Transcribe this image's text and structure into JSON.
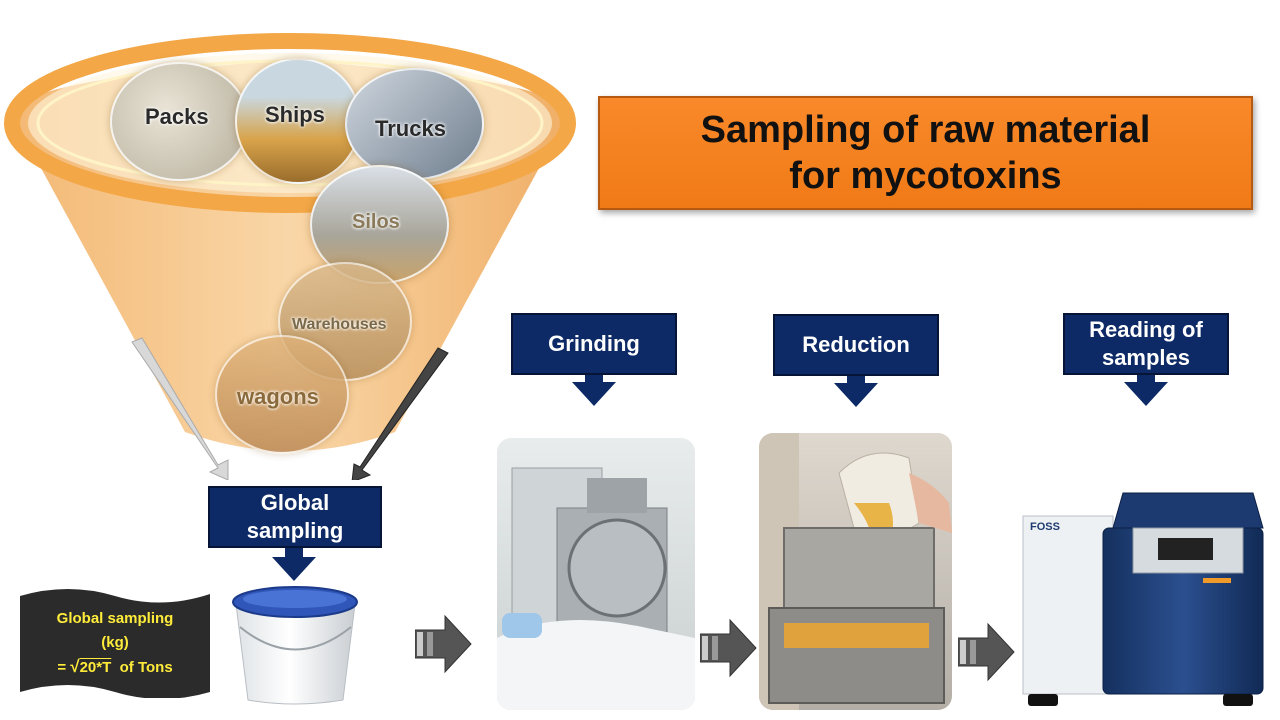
{
  "title": "Sampling of raw material\nfor mycotoxins",
  "funnel": {
    "sources": [
      "Packs",
      "Ships",
      "Trucks",
      "Silos",
      "Warehouses",
      "wagons"
    ]
  },
  "steps": {
    "global": "Global\nsampling",
    "grinding": "Grinding",
    "reduction": "Reduction",
    "reading": "Reading of\nsamples"
  },
  "formula": {
    "line1": "Global sampling",
    "line2": "(kg)",
    "eq": "=",
    "expr": "20*T",
    "suffix": "of Tons"
  },
  "device_brand": "FOSS",
  "colors": {
    "title_bg": "#f4801f",
    "label_bg": "#0d2a66",
    "funnel": "#f3b468",
    "note_text": "#ffec3a"
  }
}
